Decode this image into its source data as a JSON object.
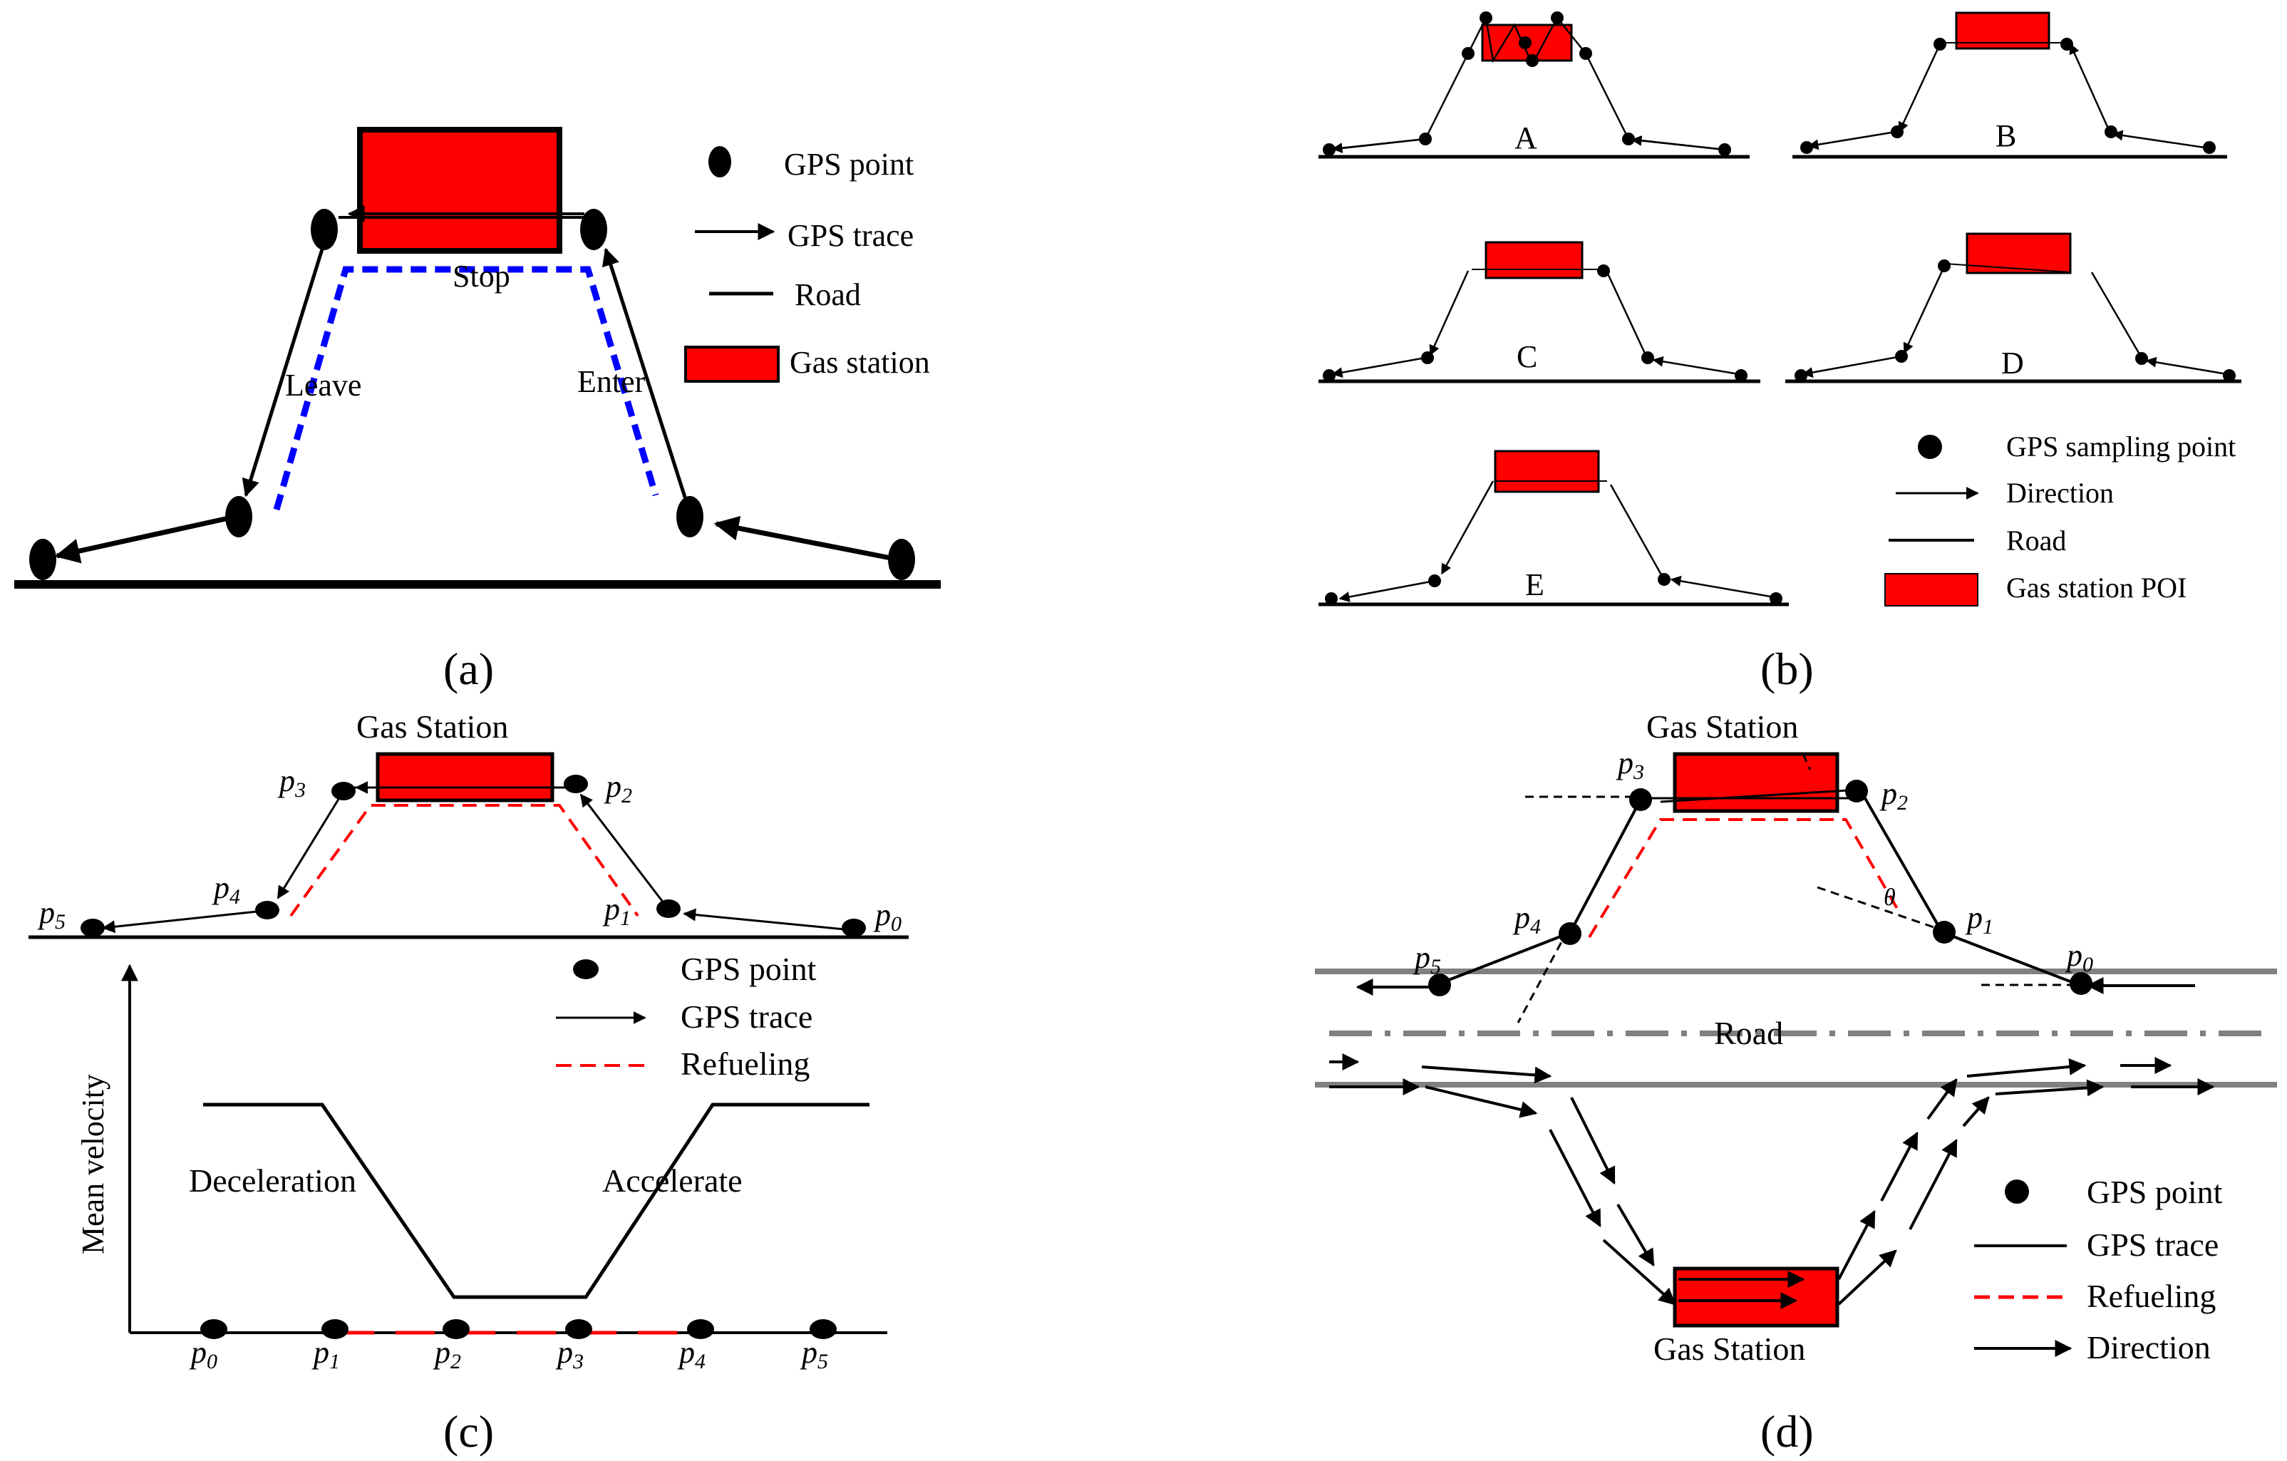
{
  "panel_a": {
    "caption": "(a)",
    "labels": {
      "stop": "Stop",
      "leave": "Leave",
      "enter": "Enter"
    },
    "legend": [
      "GPS point",
      "GPS trace",
      "Road",
      "Gas station"
    ]
  },
  "panel_b": {
    "caption": "(b)",
    "sub_labels": [
      "A",
      "B",
      "C",
      "D",
      "E"
    ],
    "legend": [
      "GPS sampling point",
      "Direction",
      "Road",
      "Gas station POI"
    ]
  },
  "panel_c": {
    "caption": "(c)",
    "title": "Gas Station",
    "points": [
      "p",
      "p",
      "p",
      "p",
      "p",
      "p"
    ],
    "legend": [
      "GPS point",
      "GPS trace",
      "Refueling"
    ],
    "ylabel": "Mean velocity",
    "phase_labels": {
      "decel": "Deceleration",
      "accel": "Accelerate"
    },
    "axis_points": [
      "p",
      "p",
      "p",
      "p",
      "p",
      "p"
    ],
    "subscripts": [
      "0",
      "1",
      "2",
      "3",
      "4",
      "5"
    ]
  },
  "panel_d": {
    "caption": "(d)",
    "title_top": "Gas Station",
    "title_bottom": "Gas Station",
    "road_label": "Road",
    "theta": "θ",
    "points": [
      "p",
      "p",
      "p",
      "p",
      "p",
      "p"
    ],
    "subscripts": [
      "0",
      "1",
      "2",
      "3",
      "4",
      "5"
    ],
    "legend": [
      "GPS point",
      "GPS trace",
      "Refueling",
      "Direction"
    ]
  },
  "colors": {
    "station": "#ff0000",
    "refuel": "#ff0000",
    "leave_enter": "#0000ff",
    "road_d": "#808080"
  }
}
